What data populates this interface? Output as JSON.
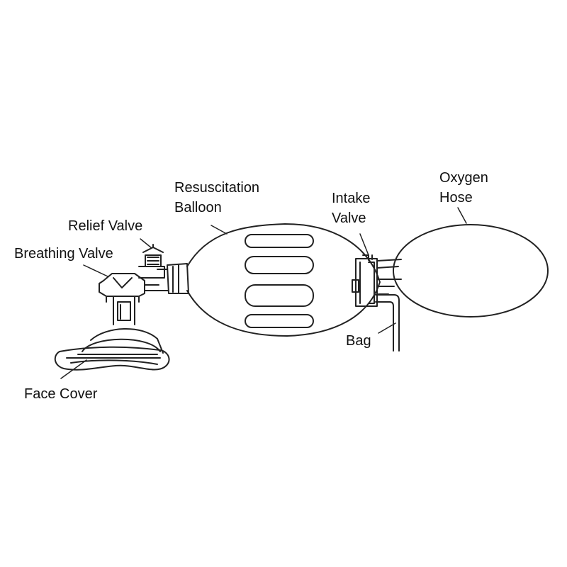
{
  "diagram": {
    "ink_color": "#222222",
    "background": "#ffffff",
    "labels": {
      "resuscitation_balloon": [
        "Resuscitation",
        "Balloon"
      ],
      "intake_valve": [
        "Intake",
        "Valve"
      ],
      "oxygen_hose": [
        "Oxygen",
        "Hose"
      ],
      "relief_valve": "Relief Valve",
      "breathing_valve": "Breathing Valve",
      "bag": "Bag",
      "face_cover": "Face Cover"
    }
  }
}
